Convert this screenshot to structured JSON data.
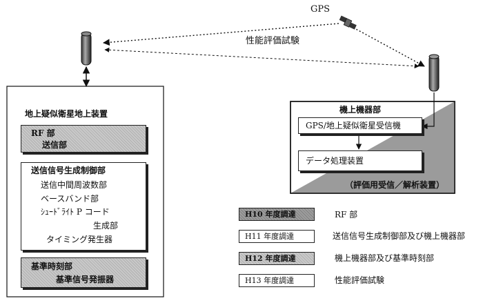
{
  "satellite": {
    "label": "GPS"
  },
  "test_link": {
    "label": "性能評価試験"
  },
  "ground_station": {
    "title": "地上疑似衛星地上装置",
    "rf": {
      "title": "RF 部",
      "item": "送信部"
    },
    "signal": {
      "title": "送信信号生成制御部",
      "items": [
        "送信中間周波数部",
        "ベースバンド部",
        "ｼｭｰﾄﾞﾗｲﾄ P コード",
        "生成部",
        "タイミング発生器"
      ]
    },
    "timing": {
      "title": "基準時刻部",
      "item": "基準信号発振器"
    }
  },
  "onboard": {
    "title": "機上機器部",
    "receiver": "GPS/地上疑似衛星受信機",
    "processor": "データ処理装置",
    "eval_label": "（評価用受信／解析装置）"
  },
  "legend": [
    {
      "year": "H10 年度調達",
      "desc": "RF 部",
      "fill": "#9d9d9d"
    },
    {
      "year": "H11 年度調達",
      "desc": "送信信号生成制御部及び機上機器部",
      "fill": "#ffffff"
    },
    {
      "year": "H12 年度調達",
      "desc": "機上機器部及び基準時刻部",
      "fill": "#b5b5b5"
    },
    {
      "year": "H13 年度調達",
      "desc": "性能評価試験",
      "fill": "#ffffff"
    }
  ]
}
